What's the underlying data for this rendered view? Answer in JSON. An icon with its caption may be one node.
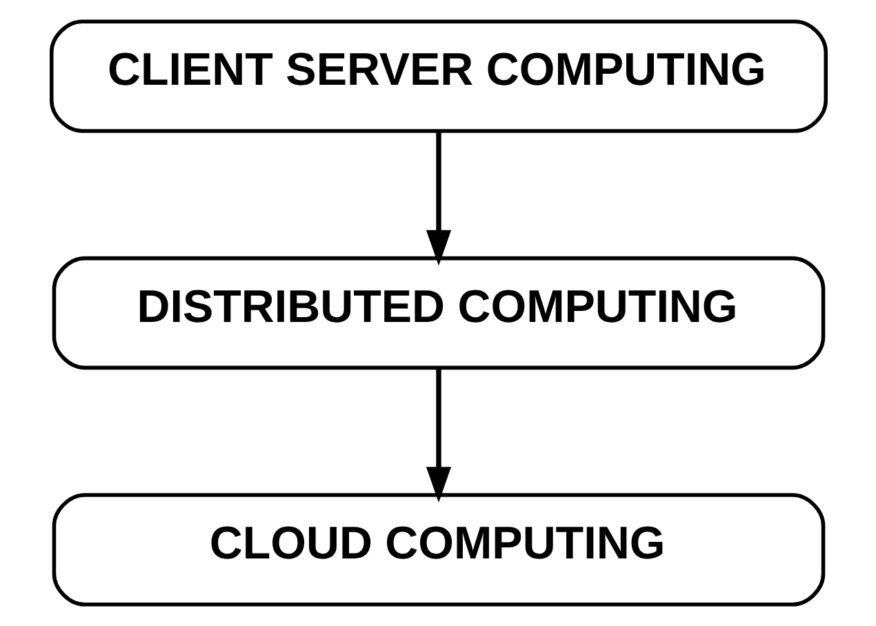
{
  "diagram": {
    "nodes": [
      {
        "text": [
          "CLIENT SERVER COMPUTING"
        ]
      },
      {
        "text": [
          "DISTRIBUTED COMPUTING"
        ]
      },
      {
        "text": [
          "CLOUD COMPUTING"
        ]
      }
    ],
    "edges": [
      {
        "from": 0,
        "to": 1,
        "arrow": "to"
      },
      {
        "from": 1,
        "to": 2,
        "arrow": "to"
      }
    ]
  }
}
